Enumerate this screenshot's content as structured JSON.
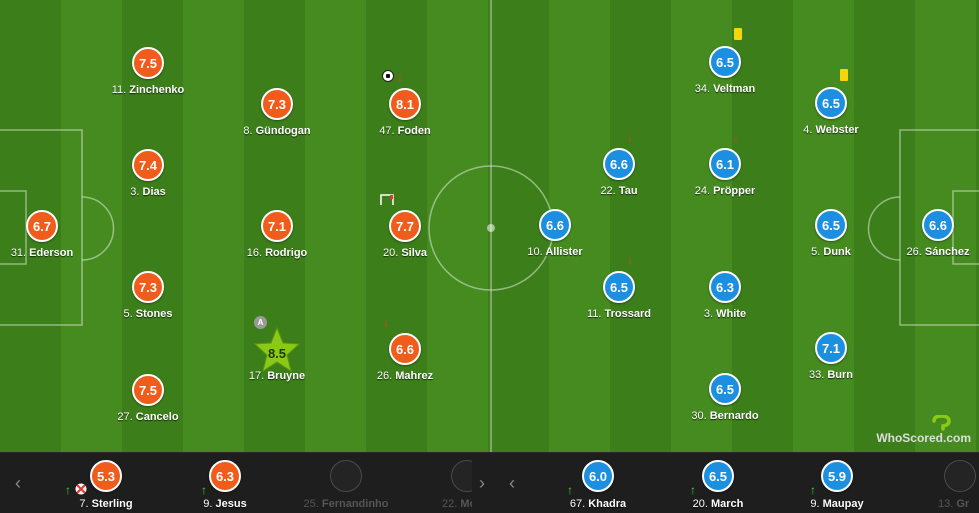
{
  "colors": {
    "home": "#ef5c1b",
    "away": "#1d8fe0",
    "star": "#8bc918",
    "subbed_on": "#38d130",
    "subbed_off": "#e8352a",
    "yellow_card": "#f5d50b"
  },
  "home_lineup": [
    {
      "number": "11.",
      "name": "Zinchenko",
      "rating": "7.5"
    },
    {
      "number": "8.",
      "name": "Gündogan",
      "rating": "7.3"
    },
    {
      "number": "47.",
      "name": "Foden",
      "rating": "8.1",
      "events": [
        "ball-icon",
        "subbed-off-arrow-icon"
      ]
    },
    {
      "number": "3.",
      "name": "Dias",
      "rating": "7.4"
    },
    {
      "number": "31.",
      "name": "Ederson",
      "rating": "6.7"
    },
    {
      "number": "16.",
      "name": "Rodrigo",
      "rating": "7.1"
    },
    {
      "number": "20.",
      "name": "Silva",
      "rating": "7.7",
      "events": [
        "assist-corner-icon"
      ]
    },
    {
      "number": "5.",
      "name": "Stones",
      "rating": "7.3"
    },
    {
      "number": "17.",
      "name": "Bruyne",
      "rating": "8.5",
      "man_of_the_match": true,
      "captain_label": "A"
    },
    {
      "number": "26.",
      "name": "Mahrez",
      "rating": "6.6",
      "events": [
        "subbed-off-arrow-icon"
      ]
    },
    {
      "number": "27.",
      "name": "Cancelo",
      "rating": "7.5"
    }
  ],
  "away_lineup": [
    {
      "number": "34.",
      "name": "Veltman",
      "rating": "6.5",
      "events": [
        "yellow-card-icon"
      ]
    },
    {
      "number": "4.",
      "name": "Webster",
      "rating": "6.5",
      "events": [
        "yellow-card-icon"
      ]
    },
    {
      "number": "22.",
      "name": "Tau",
      "rating": "6.6",
      "events": [
        "subbed-off-arrow-icon"
      ]
    },
    {
      "number": "24.",
      "name": "Pröpper",
      "rating": "6.1",
      "events": [
        "subbed-off-arrow-icon"
      ]
    },
    {
      "number": "10.",
      "name": "Allister",
      "rating": "6.6"
    },
    {
      "number": "5.",
      "name": "Dunk",
      "rating": "6.5"
    },
    {
      "number": "26.",
      "name": "Sánchez",
      "rating": "6.6"
    },
    {
      "number": "11.",
      "name": "Trossard",
      "rating": "6.5",
      "events": [
        "subbed-off-arrow-icon"
      ]
    },
    {
      "number": "3.",
      "name": "White",
      "rating": "6.3"
    },
    {
      "number": "33.",
      "name": "Burn",
      "rating": "7.1"
    },
    {
      "number": "30.",
      "name": "Bernardo",
      "rating": "6.5"
    }
  ],
  "home_subs": [
    {
      "number": "7.",
      "name": "Sterling",
      "rating": "5.3",
      "events": [
        "subbed-on-arrow-icon",
        "missed-penalty-icon"
      ]
    },
    {
      "number": "9.",
      "name": "Jesus",
      "rating": "6.3",
      "events": [
        "subbed-on-arrow-icon"
      ]
    },
    {
      "number": "25.",
      "name": "Fernandinho",
      "rating": "",
      "unused": true
    },
    {
      "number": "22.",
      "name": "Mo",
      "rating": "",
      "unused": true
    }
  ],
  "away_subs": [
    {
      "number": "67.",
      "name": "Khadra",
      "rating": "6.0",
      "events": [
        "subbed-on-arrow-icon"
      ]
    },
    {
      "number": "20.",
      "name": "March",
      "rating": "6.5",
      "events": [
        "subbed-on-arrow-icon"
      ]
    },
    {
      "number": "9.",
      "name": "Maupay",
      "rating": "5.9",
      "events": [
        "subbed-on-arrow-icon"
      ]
    },
    {
      "number": "13.",
      "name": "Gr",
      "rating": "",
      "unused": true
    }
  ],
  "nav": {
    "prev": "‹",
    "next": "›"
  },
  "brand": {
    "name": "WhoScored.com"
  }
}
